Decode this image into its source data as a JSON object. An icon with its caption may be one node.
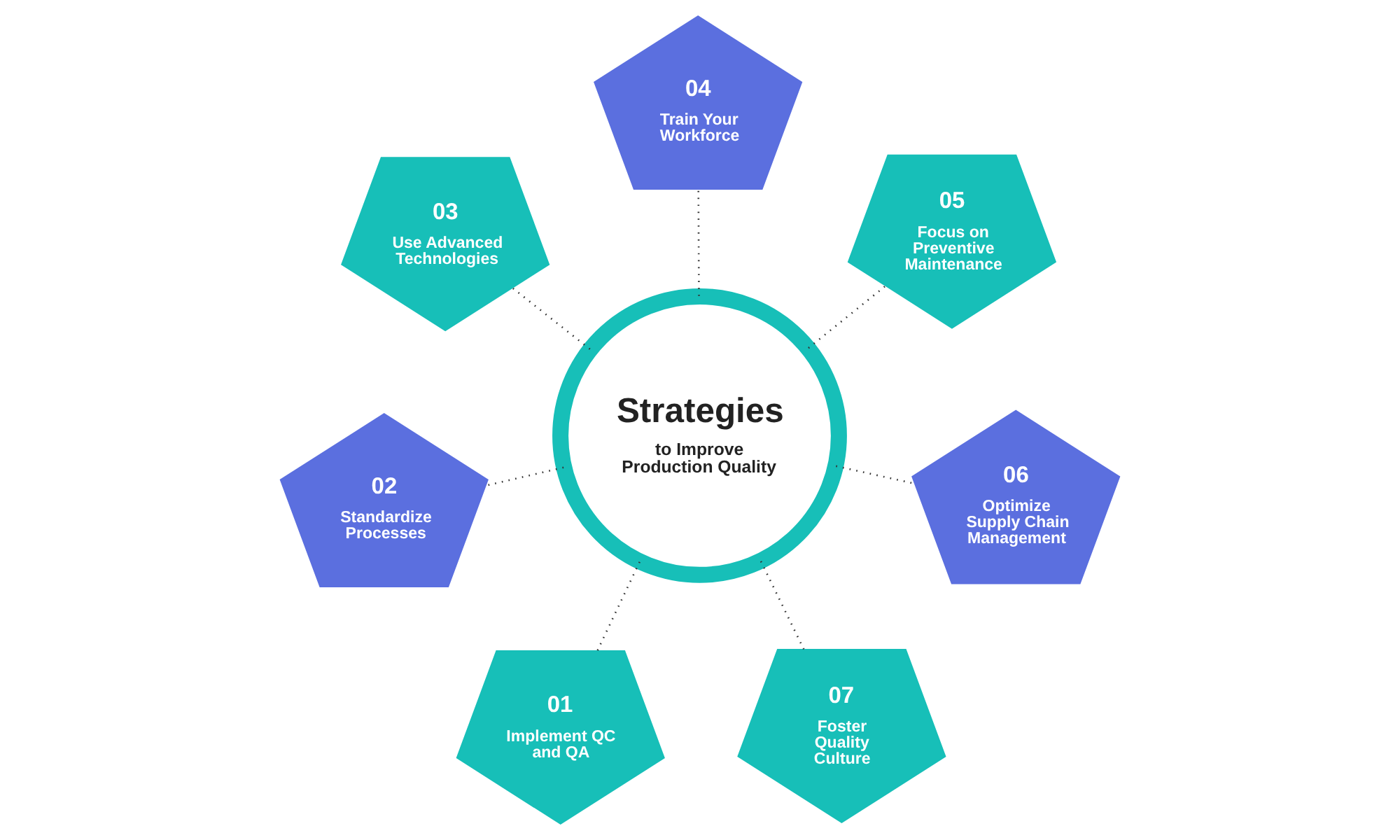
{
  "diagram": {
    "nodes": [
      {
        "text": [
          "Strategies",
          "to Improve Production Quality"
        ]
      },
      {
        "text": [
          "01",
          "Implement QC and QA"
        ]
      },
      {
        "text": [
          "02",
          "Standardize Processes"
        ]
      },
      {
        "text": [
          "03",
          "Use Advanced Technologies"
        ]
      },
      {
        "text": [
          "04",
          "Train Your Workforce"
        ]
      },
      {
        "text": [
          "05",
          "Focus on Preventive Maintenance"
        ]
      },
      {
        "text": [
          "06",
          "Optimize Supply Chain Management"
        ]
      },
      {
        "text": [
          "07",
          "Foster Quality Culture"
        ]
      }
    ],
    "edges": [
      {
        "from": 0,
        "to": 1,
        "arrow": "none",
        "style": "dashed"
      },
      {
        "from": 0,
        "to": 2,
        "arrow": "none",
        "style": "dashed"
      },
      {
        "from": 0,
        "to": 3,
        "arrow": "none",
        "style": "dashed"
      },
      {
        "from": 0,
        "to": 4,
        "arrow": "none",
        "style": "dashed"
      },
      {
        "from": 0,
        "to": 5,
        "arrow": "none",
        "style": "dashed"
      },
      {
        "from": 0,
        "to": 6,
        "arrow": "none",
        "style": "dashed"
      },
      {
        "from": 0,
        "to": 7,
        "arrow": "none",
        "style": "dashed"
      }
    ]
  }
}
